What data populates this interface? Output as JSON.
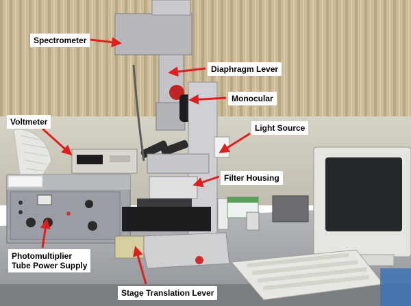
{
  "annotations": {
    "spectrometer": "Spectrometer",
    "diaphragm_lever": "Diaphragm Lever",
    "monocular": "Monocular",
    "voltmeter": "Voltmeter",
    "light_source": "Light Source",
    "filter_housing": "Filter Housing",
    "photomultiplier_line1": "Photomultiplier",
    "photomultiplier_line2": "Tube Power Supply",
    "stage_translation_lever": "Stage Translation Lever"
  },
  "colors": {
    "arrow": "#e21d1d",
    "label_background": "#ffffff",
    "curtain": "#cdbd9c",
    "bench": "#9fa2a6"
  }
}
